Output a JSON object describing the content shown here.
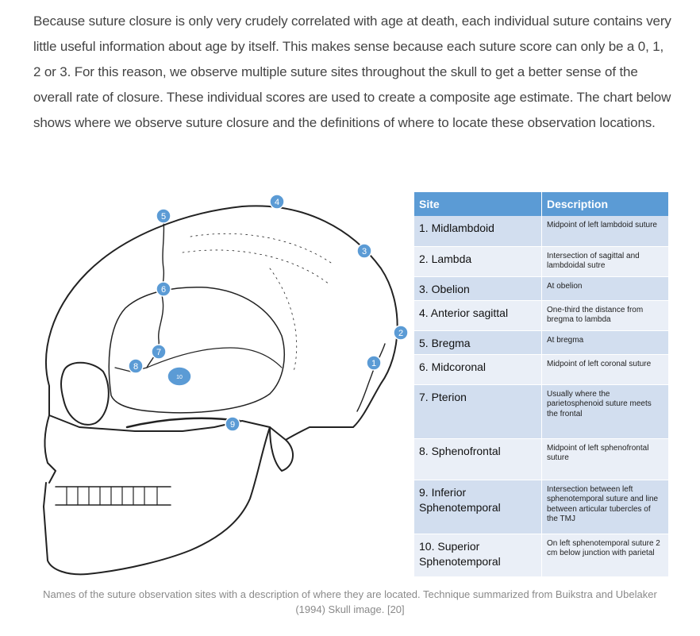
{
  "intro_text": "Because suture closure is only very crudely correlated with age at death, each individual suture contains very little useful information about age by itself. This makes sense because each suture score can only be a 0, 1, 2 or 3. For this reason, we observe multiple suture sites throughout the skull to get a better sense of the overall rate of closure. These individual scores are used to create a composite age estimate.  The chart below shows where we observe suture closure and the definitions of where to locate these observation locations.",
  "skull": {
    "markers": [
      "1",
      "2",
      "3",
      "4",
      "5",
      "6",
      "7",
      "8",
      "9",
      "10"
    ],
    "marker_color": "#5b9bd5"
  },
  "table": {
    "headers": [
      "Site",
      "Description"
    ],
    "header_color": "#5b9bd5",
    "rows": [
      {
        "site": "1. Midlambdoid",
        "description": "Midpoint of left lambdoid suture"
      },
      {
        "site": "2. Lambda",
        "description": "Intersection of sagittal and lambdoidal sutre"
      },
      {
        "site": "3. Obelion",
        "description": "At obelion"
      },
      {
        "site": "4. Anterior sagittal",
        "description": "One-third the distance from bregma to lambda"
      },
      {
        "site": "5. Bregma",
        "description": "At bregma"
      },
      {
        "site": "6. Midcoronal",
        "description": "Midpoint of left coronal suture"
      },
      {
        "site": "7. Pterion",
        "description": "Usually where the parietosphenoid suture meets the frontal"
      },
      {
        "site": "8. Sphenofrontal",
        "description": "Midpoint of left sphenofrontal suture"
      },
      {
        "site": "9. Inferior Sphenotemporal",
        "description": "Intersection between left sphenotemporal suture and line between articular tubercles of the TMJ"
      },
      {
        "site": "10. Superior Sphenotemporal",
        "description": "On left sphenotemporal suture 2 cm below junction with parietal"
      }
    ]
  },
  "caption": "Names of the suture observation sites with a description of where they are located. Technique summarized from Buikstra and Ubelaker (1994) Skull image. [20]"
}
